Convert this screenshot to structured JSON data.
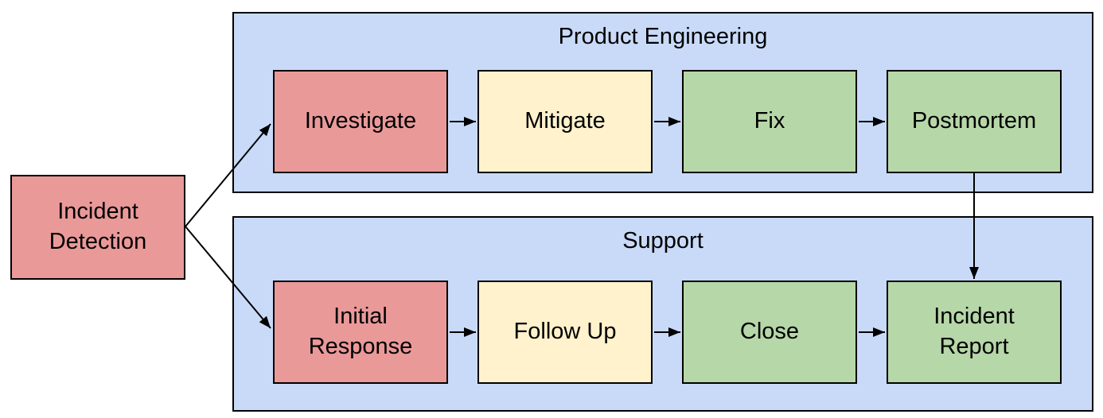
{
  "diagram": {
    "type": "flowchart",
    "colors": {
      "node_red": "#ea9999",
      "node_yellow": "#fff2cc",
      "node_green": "#b6d7a8",
      "lane_blue": "#c9daf8",
      "border": "#000000",
      "text": "#000000",
      "background": "#ffffff"
    },
    "start_node": {
      "label": "Incident\nDetection",
      "fill": "#ea9999"
    },
    "lanes": [
      {
        "title": "Product Engineering",
        "fill": "#c9daf8",
        "nodes": [
          {
            "label": "Investigate",
            "fill": "#ea9999"
          },
          {
            "label": "Mitigate",
            "fill": "#fff2cc"
          },
          {
            "label": "Fix",
            "fill": "#b6d7a8"
          },
          {
            "label": "Postmortem",
            "fill": "#b6d7a8"
          }
        ]
      },
      {
        "title": "Support",
        "fill": "#c9daf8",
        "nodes": [
          {
            "label": "Initial\nResponse",
            "fill": "#ea9999"
          },
          {
            "label": "Follow Up",
            "fill": "#fff2cc"
          },
          {
            "label": "Close",
            "fill": "#b6d7a8"
          },
          {
            "label": "Incident\nReport",
            "fill": "#b6d7a8"
          }
        ]
      }
    ],
    "edges": [
      {
        "from": "Incident Detection",
        "to": "Investigate"
      },
      {
        "from": "Incident Detection",
        "to": "Initial Response"
      },
      {
        "from": "Investigate",
        "to": "Mitigate"
      },
      {
        "from": "Mitigate",
        "to": "Fix"
      },
      {
        "from": "Fix",
        "to": "Postmortem"
      },
      {
        "from": "Postmortem",
        "to": "Incident Report"
      },
      {
        "from": "Initial Response",
        "to": "Follow Up"
      },
      {
        "from": "Follow Up",
        "to": "Close"
      },
      {
        "from": "Close",
        "to": "Incident Report"
      }
    ]
  }
}
